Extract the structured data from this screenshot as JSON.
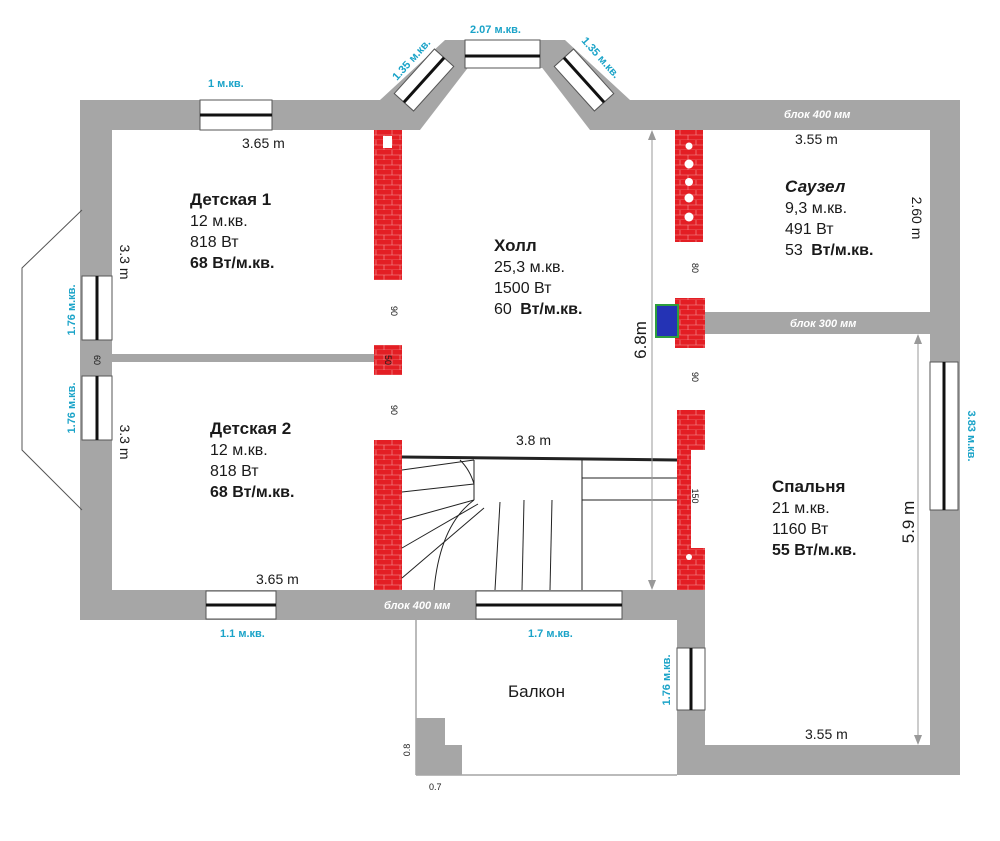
{
  "rooms": {
    "kids1": {
      "title": "Детская 1",
      "area": "12 м.кв.",
      "power": "818 Вт",
      "density": "68 Вт/м.кв."
    },
    "kids2": {
      "title": "Детская 2",
      "area": "12 м.кв.",
      "power": "818 Вт",
      "density": "68 Вт/м.кв."
    },
    "hall": {
      "title": "Холл",
      "area": "25,3 м.кв.",
      "power": "1500 Вт",
      "density_value": "60",
      "density_unit": "Вт/м.кв."
    },
    "bath": {
      "title": "Саузел",
      "area": "9,3 м.кв.",
      "power": "491 Вт",
      "density_value": "53",
      "density_unit": "Вт/м.кв."
    },
    "bedroom": {
      "title": "Спальня",
      "area": "21 м.кв.",
      "power": "1160 Вт",
      "density": "55 Вт/м.кв."
    },
    "balcony": {
      "title": "Балкон"
    }
  },
  "windows": {
    "kids1_top": "1 м.кв.",
    "bay_left": "1.35 м.кв.",
    "bay_center": "2.07 м.кв.",
    "bay_right": "1.35 м.кв.",
    "west_upper": "1.76 м.кв.",
    "west_lower": "1.76 м.кв.",
    "kids2_bottom": "1.1 м.кв.",
    "hall_bottom": "1.7 м.кв.",
    "bedroom_east": "3.83 м.кв.",
    "bedroom_west": "1.76 м.кв."
  },
  "blocks": {
    "top": "блок 400 мм",
    "inner": "блок 300 мм",
    "bottom": "блок 400 мм"
  },
  "dimensions": {
    "kids1_width": "3.65 m",
    "kids1_height": "3.3 m",
    "kids2_width": "3.65 m",
    "kids2_height": "3.3 m",
    "bath_width": "3.55 m",
    "bath_height": "2.60 m",
    "hall_height": "6.8m",
    "stair_width": "3.8 m",
    "bedroom_height": "5.9 m",
    "bedroom_width": "3.55 m",
    "step_height": "0.8",
    "step_width": "0.7"
  },
  "radiators": {
    "hall_left_gap": "90",
    "hall_left_small": "50",
    "hall_left_gap2": "90",
    "right_upper": "80",
    "right_mid": "90",
    "right_lower": "150",
    "west_gap": "60"
  },
  "colors": {
    "wall": "#a6a6a6",
    "radiator": "#e31e24",
    "window_label": "#1aa3c8",
    "boiler": "#2433b5"
  }
}
